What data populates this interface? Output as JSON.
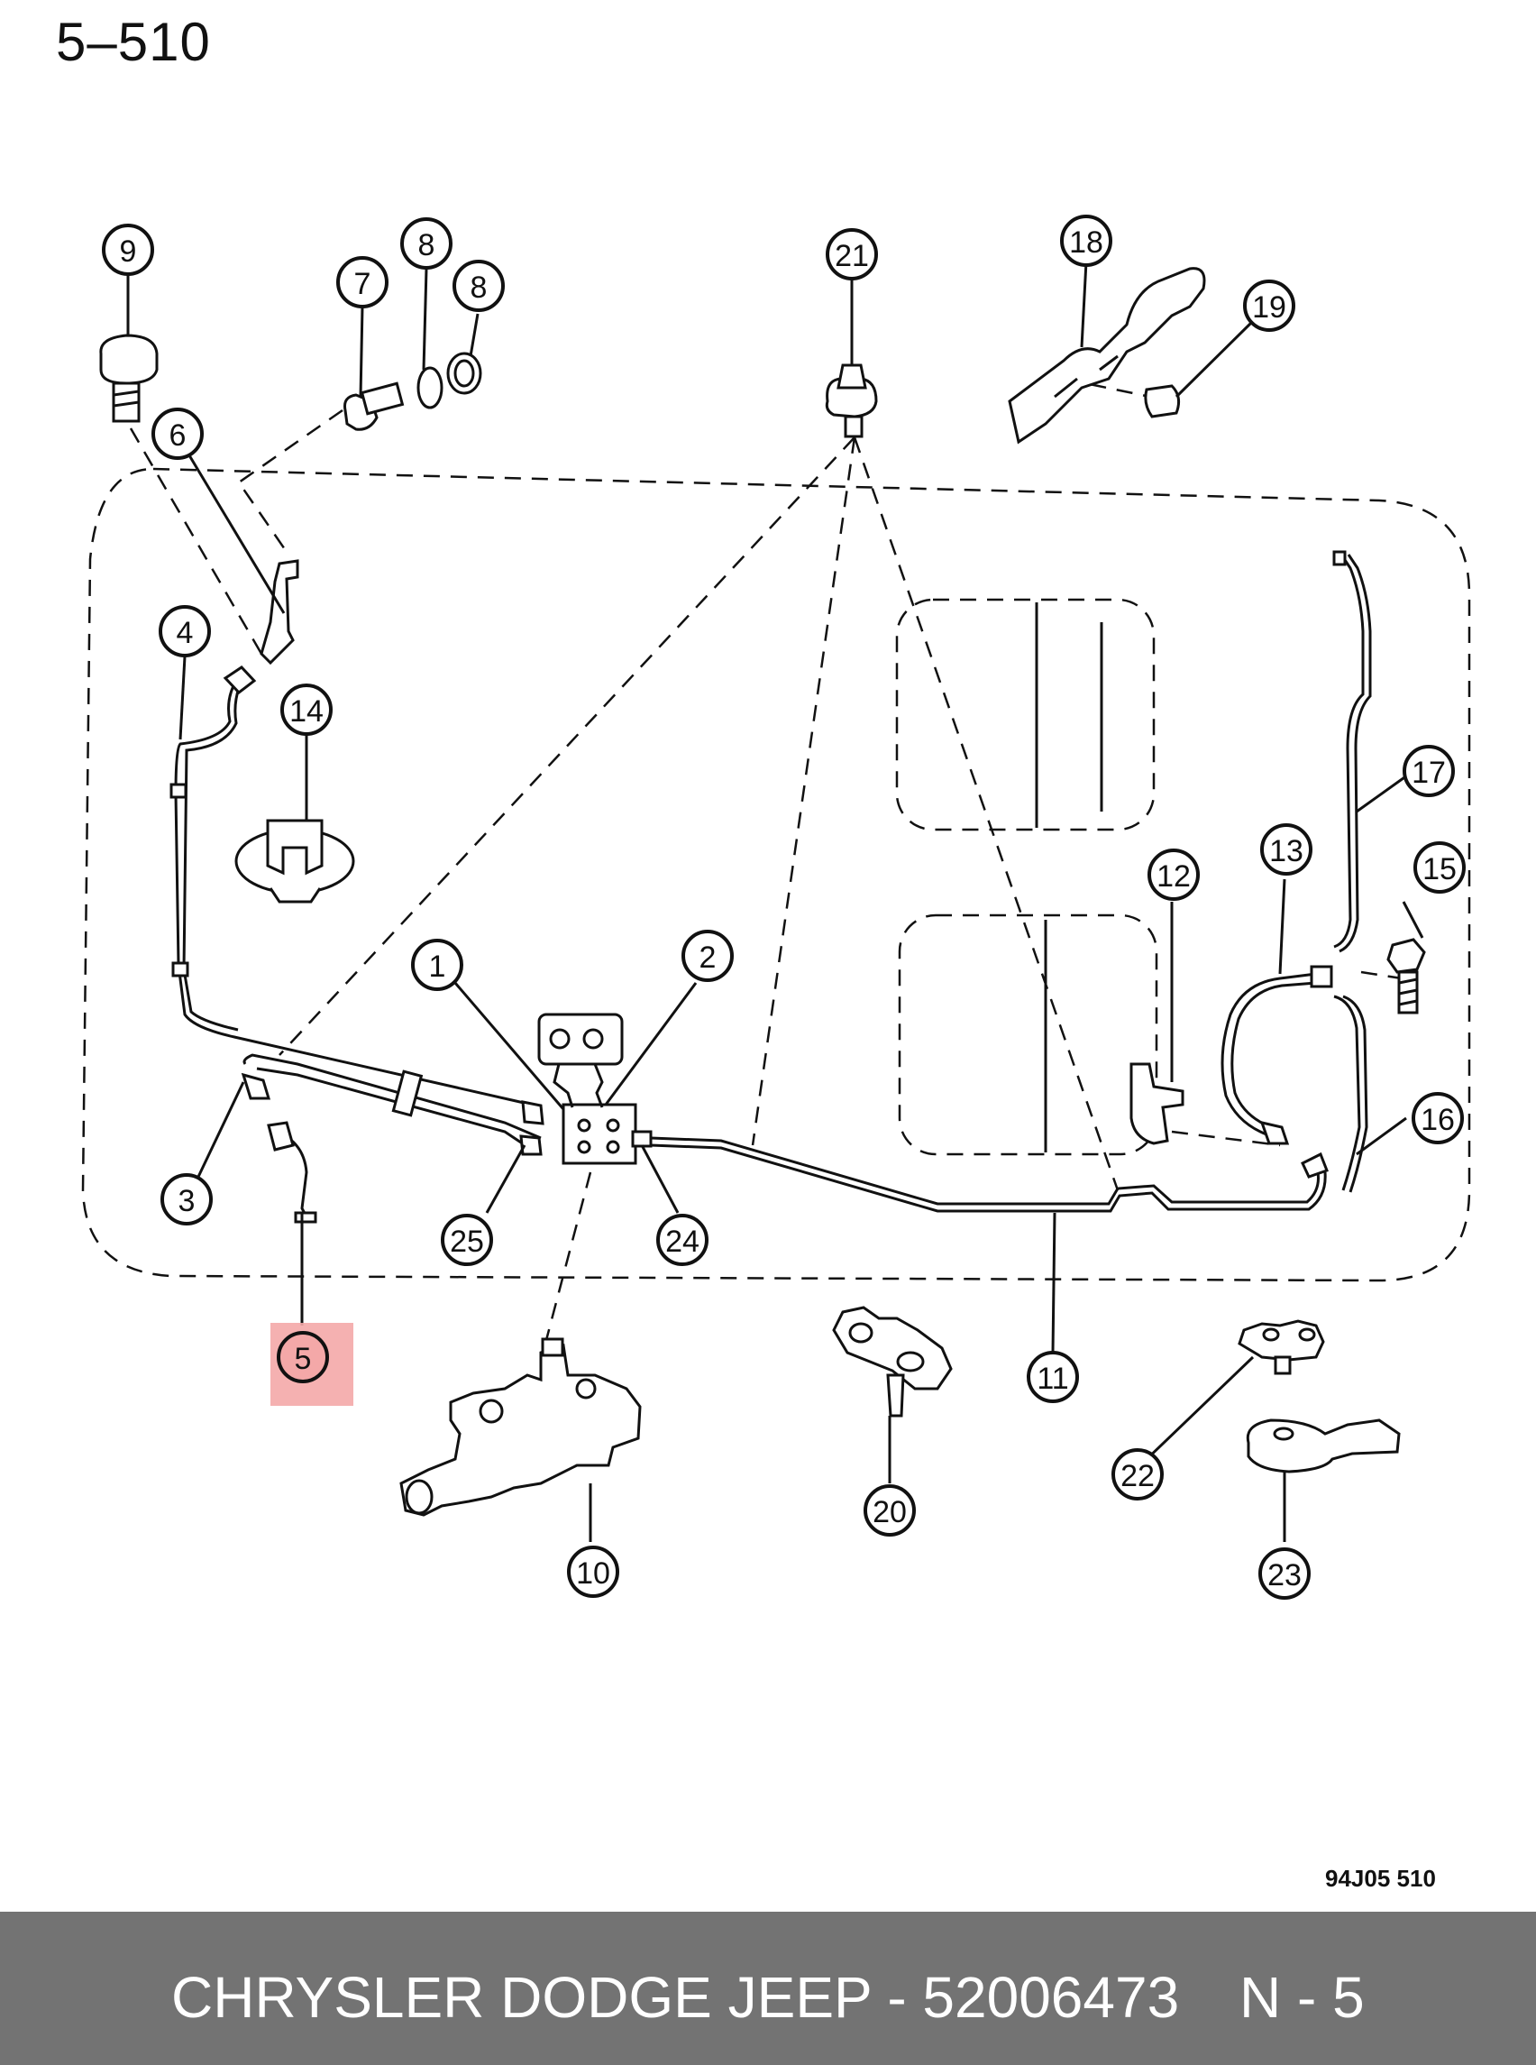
{
  "page": {
    "title": "5–510",
    "figure_code": "94J05  510"
  },
  "footer": {
    "text": "CHRYSLER DODGE JEEP - 52006473",
    "ref": "N - 5"
  },
  "callouts": {
    "c1": "1",
    "c2": "2",
    "c3": "3",
    "c4": "4",
    "c5": "5",
    "c6": "6",
    "c7": "7",
    "c8a": "8",
    "c8b": "8",
    "c9": "9",
    "c10": "10",
    "c11": "11",
    "c12": "12",
    "c13": "13",
    "c14": "14",
    "c15": "15",
    "c16": "16",
    "c17": "17",
    "c18": "18",
    "c19": "19",
    "c20": "20",
    "c21": "21",
    "c22": "22",
    "c23": "23",
    "c24": "24",
    "c25": "25"
  },
  "highlight": {
    "callout": "5",
    "color": "#f4a8a8"
  }
}
